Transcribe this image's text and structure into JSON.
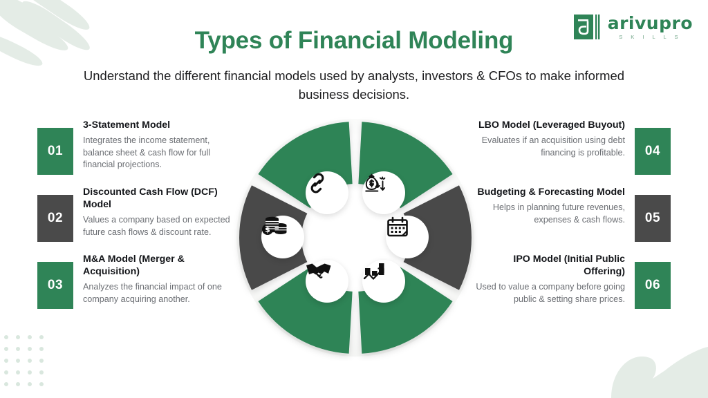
{
  "header": {
    "title": "Types of Financial Modeling",
    "subtitle": "Understand the different financial models used by analysts, investors & CFOs to make informed business decisions."
  },
  "logo": {
    "mark_icon": "arivupro-book-mark-icon",
    "brand": "arivupro",
    "tagline": "S K I L L S"
  },
  "colors": {
    "brand_green": "#2f8457",
    "dark_gray": "#4a4a4a",
    "title_green": "#2f8457",
    "body_text": "#6b6e73",
    "heading_text": "#14161a",
    "background": "#ffffff",
    "decor_green": "#e4ece6"
  },
  "left_items": [
    {
      "number": "01",
      "badge_color": "green",
      "title": "3-Statement Model",
      "desc": "Integrates the income statement, balance sheet & cash flow for full financial projections."
    },
    {
      "number": "02",
      "badge_color": "gray",
      "title": "Discounted Cash Flow (DCF) Model",
      "desc": "Values a company based on expected future cash flows & discount rate."
    },
    {
      "number": "03",
      "badge_color": "green",
      "title": "M&A Model (Merger & Acquisition)",
      "desc": "Analyzes the financial impact of one company acquiring another."
    }
  ],
  "right_items": [
    {
      "number": "04",
      "badge_color": "green",
      "title": "LBO Model (Leveraged Buyout)",
      "desc": "Evaluates if an acquisition using debt financing is profitable."
    },
    {
      "number": "05",
      "badge_color": "gray",
      "title": "Budgeting & Forecasting Model",
      "desc": "Helps in planning future revenues, expenses & cash flows."
    },
    {
      "number": "06",
      "badge_color": "green",
      "title": "IPO Model (Initial Public Offering)",
      "desc": "Used to value a company before going public & setting share prices."
    }
  ],
  "wheel": {
    "segments": [
      {
        "position": "top-left",
        "color": "green",
        "icon": "chain-link-icon"
      },
      {
        "position": "top-right",
        "color": "green",
        "icon": "money-bag-down-arrow-icon"
      },
      {
        "position": "right",
        "color": "gray",
        "icon": "calendar-icon"
      },
      {
        "position": "bottom-right",
        "color": "green",
        "icon": "bar-chart-growth-icon"
      },
      {
        "position": "bottom-left",
        "color": "green",
        "icon": "handshake-icon"
      },
      {
        "position": "left",
        "color": "gray",
        "icon": "stacked-coins-dollar-icon"
      }
    ]
  }
}
